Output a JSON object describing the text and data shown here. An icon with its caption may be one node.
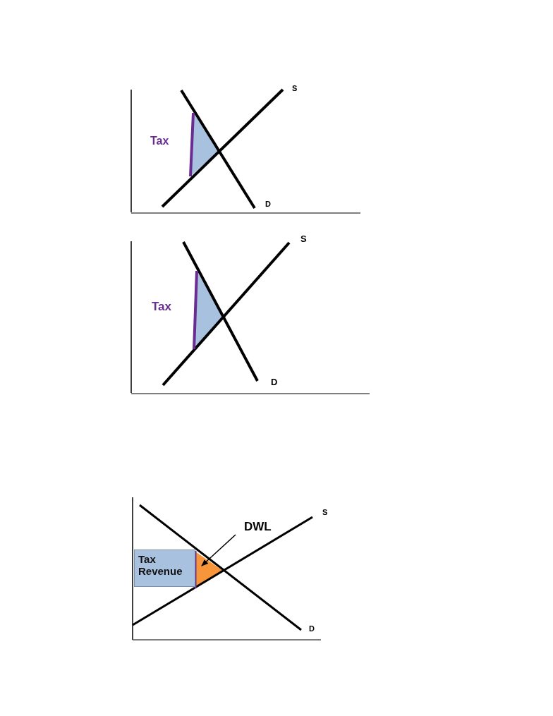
{
  "diagram": {
    "nodes": [
      {
        "text": [
          "DWL"
        ]
      },
      {
        "text": [
          "Tax Revenue"
        ]
      },
      {
        "text": [],
        "shape": "triangle"
      }
    ],
    "edges": [
      {
        "from": 0,
        "to": 2,
        "arrow": "to"
      }
    ],
    "labels": [
      "S",
      "Tax",
      "D",
      "S",
      "Tax",
      "D",
      "S",
      "D"
    ]
  }
}
